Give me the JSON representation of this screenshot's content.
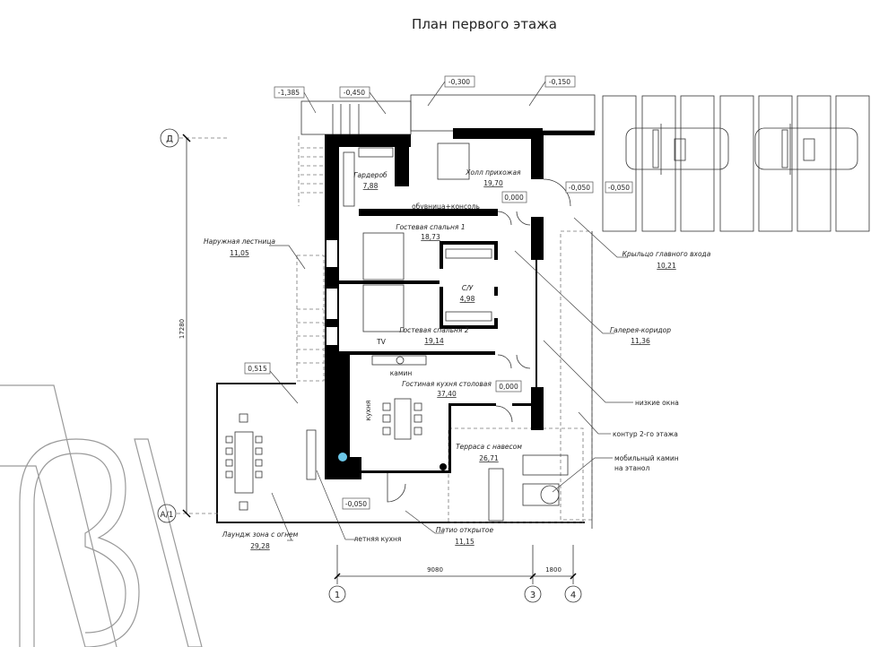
{
  "title": "План первого этажа",
  "elevations": [
    "-1,385",
    "-0,450",
    "-0,300",
    "-0,150",
    "0,000",
    "-0,050",
    "-0,050",
    "0,515",
    "0,000",
    "-0,050"
  ],
  "rooms": {
    "garderob": {
      "name": "Гардероб",
      "area": "7,88"
    },
    "hall": {
      "name": "Холл прихожая",
      "area": "19,70"
    },
    "shoe_rack": "обувница+консоль",
    "bedroom1": {
      "name": "Гостевая спальня 1",
      "area": "18,73"
    },
    "bathroom": {
      "name": "С/У",
      "area": "4,98"
    },
    "bedroom2": {
      "name": "Гостевая спальня 2",
      "area": "19,14"
    },
    "tv": "TV",
    "fireplace": "камин",
    "living": {
      "name": "Гостиная кухня столовая",
      "area": "37,40"
    },
    "kitchen": "кухня",
    "terrace": {
      "name": "Терраса с навесом",
      "area": "26,71"
    },
    "outdoor_stairs": {
      "name": "Наружная лестница",
      "area": "11,05"
    },
    "porch": {
      "name": "Крыльцо главного входа",
      "area": "10,21"
    },
    "gallery": {
      "name": "Галерея-коридор",
      "area": "11,36"
    },
    "low_windows": "низкие окна",
    "second_floor_outline": "контур 2-го этажа",
    "mobile_fireplace": {
      "line1": "мобильный камин",
      "line2": "на этанол"
    },
    "lounge": {
      "name": "Лаундж зона с огнем",
      "area": "29,28"
    },
    "summer_kitchen": "летняя кухня",
    "patio": {
      "name": "Патио открытое",
      "area": "11,15"
    }
  },
  "axes": {
    "top": "Д",
    "bottom": "А/1",
    "col1": "1",
    "col3": "3",
    "col4": "4"
  },
  "dimensions": {
    "vertical": "17280",
    "span_1_3": "9080",
    "span_3_4": "1800"
  },
  "logo": "BA"
}
